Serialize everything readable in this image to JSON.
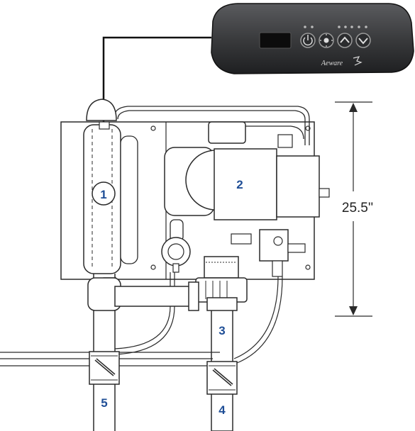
{
  "callouts": {
    "heater": "1",
    "pump": "2",
    "outlet": "3",
    "return_right": "4",
    "return_left": "5"
  },
  "dimension": {
    "height": "25.5''"
  },
  "control_panel": {
    "brand": "Aeware",
    "buttons": [
      {
        "icon": "power-icon"
      },
      {
        "icon": "light-icon"
      },
      {
        "icon": "up-arrow-icon"
      },
      {
        "icon": "down-arrow-icon"
      }
    ]
  },
  "colors": {
    "callout": "#1f4e96",
    "outline": "#2a2a2a",
    "panel_body": "#3a3b3d"
  }
}
